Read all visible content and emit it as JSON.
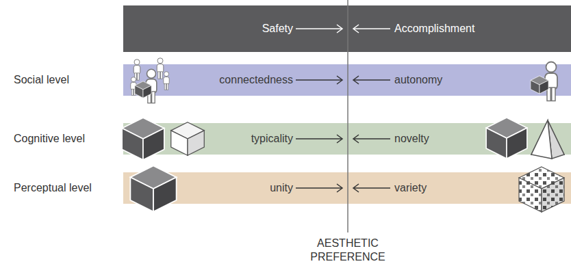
{
  "diagram": {
    "nodes": [
      {
        "text": [
          "Safety",
          "Accomplishment"
        ]
      },
      {
        "text": [
          "Social level",
          "connectedness",
          "autonomy"
        ]
      },
      {
        "text": [
          "Cognitive level",
          "typicality",
          "novelty"
        ]
      },
      {
        "text": [
          "Perceptual level",
          "unity",
          "variety"
        ]
      }
    ],
    "edges": [],
    "labels": [
      "AESTHETIC PREFERENCE"
    ]
  }
}
